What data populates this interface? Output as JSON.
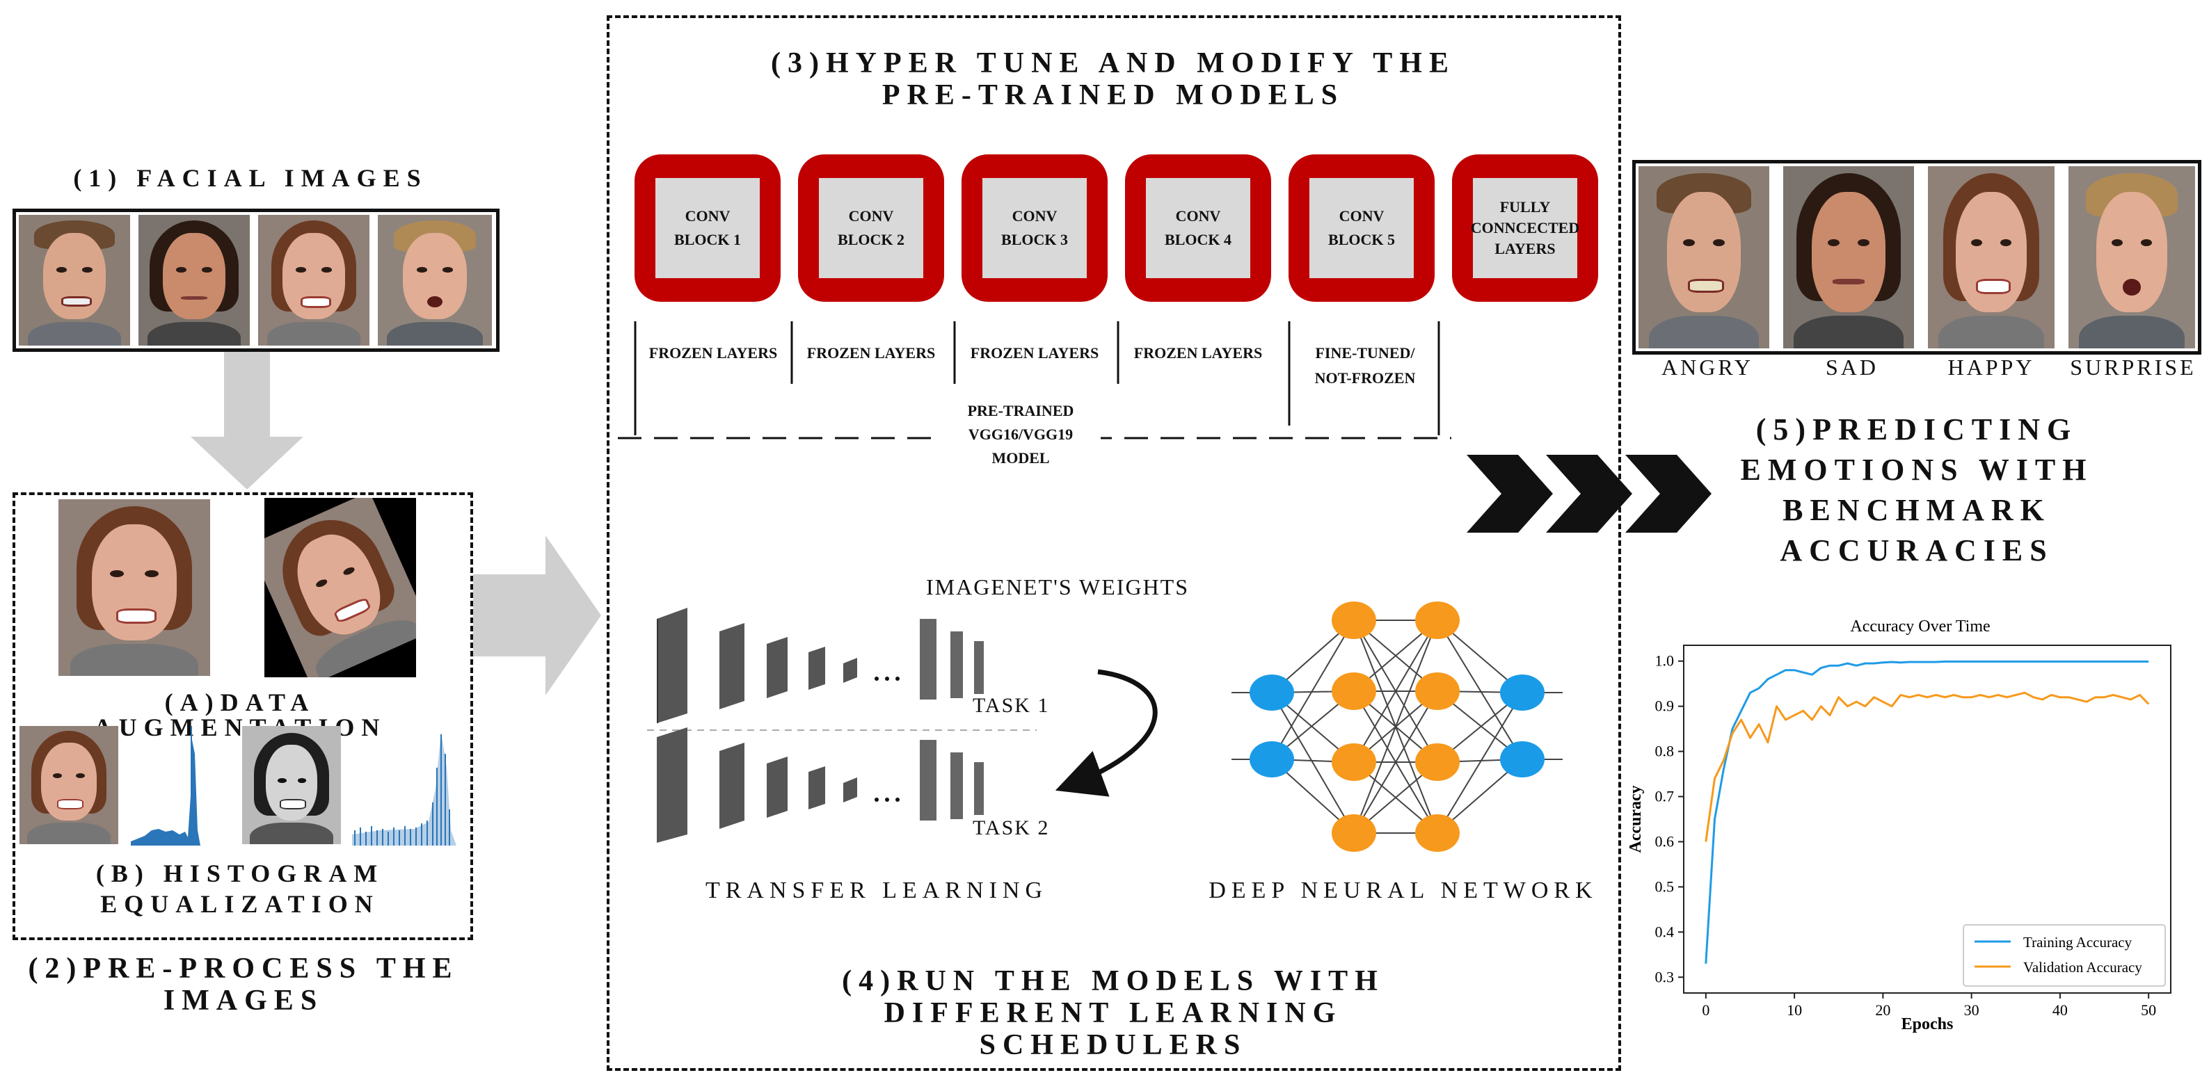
{
  "step1": {
    "title": "(1) FACIAL IMAGES"
  },
  "step2": {
    "title_line1": "(2)PRE-PROCESS THE",
    "title_line2": "IMAGES",
    "augmentation_label": "(A)DATA AUGMENTATION",
    "histogram_label_line1": "(B) HISTOGRAM",
    "histogram_label_line2": "EQUALIZATION"
  },
  "step3": {
    "title_line1": "(3)HYPER TUNE AND MODIFY THE",
    "title_line2": "PRE-TRAINED MODELS",
    "blocks": [
      {
        "label": "CONV\nBLOCK 1",
        "status": "FROZEN LAYERS"
      },
      {
        "label": "CONV\nBLOCK 2",
        "status": "FROZEN LAYERS"
      },
      {
        "label": "CONV\nBLOCK 3",
        "status": "FROZEN LAYERS"
      },
      {
        "label": "CONV\nBLOCK 4",
        "status": "FROZEN LAYERS"
      },
      {
        "label": "CONV\nBLOCK 5",
        "status": "FINE-TUNED/\nNOT-FROZEN"
      },
      {
        "label": "FULLY\nCONNCECTED\nLAYERS",
        "status": ""
      }
    ],
    "model_label": "PRE-TRAINED\nVGG16/VGG19\nMODEL",
    "block_color": "#c00000"
  },
  "step4": {
    "title_line1": "(4)RUN THE MODELS WITH",
    "title_line2": "DIFFERENT LEARNING",
    "title_line3": "SCHEDULERS",
    "weights_label": "IMAGENET'S WEIGHTS",
    "task1": "TASK 1",
    "task2": "TASK 2",
    "transfer_learning": "TRANSFER LEARNING",
    "dnn": "DEEP NEURAL NETWORK",
    "input_node_color": "#1a9be8",
    "hidden_node_color": "#f7991c"
  },
  "step5": {
    "title_line1": "(5)PREDICTING",
    "title_line2": "EMOTIONS WITH",
    "title_line3": "BENCHMARK",
    "title_line4": "ACCURACIES",
    "emotions": [
      "ANGRY",
      "SAD",
      "HAPPY",
      "SURPRISE"
    ]
  },
  "chart_data": {
    "type": "line",
    "title": "Accuracy Over Time",
    "xlabel": "Epochs",
    "ylabel": "Accuracy",
    "xlim": [
      0,
      50
    ],
    "ylim": [
      0.3,
      1.0
    ],
    "xticks": [
      "0",
      "10",
      "20",
      "30",
      "40",
      "50"
    ],
    "yticks": [
      "0.3",
      "0.4",
      "0.5",
      "0.6",
      "0.7",
      "0.8",
      "0.9",
      "1.0"
    ],
    "legend_position": "bottom-right",
    "x": [
      0,
      1,
      2,
      3,
      4,
      5,
      6,
      7,
      8,
      9,
      10,
      11,
      12,
      13,
      14,
      15,
      16,
      17,
      18,
      19,
      20,
      21,
      22,
      23,
      24,
      25,
      26,
      27,
      28,
      29,
      30,
      31,
      32,
      33,
      34,
      35,
      36,
      37,
      38,
      39,
      40,
      41,
      42,
      43,
      44,
      45,
      46,
      47,
      48,
      49,
      50
    ],
    "series": [
      {
        "name": "Training Accuracy",
        "color": "#1f9be6",
        "values": [
          0.33,
          0.65,
          0.76,
          0.85,
          0.89,
          0.93,
          0.94,
          0.96,
          0.97,
          0.98,
          0.98,
          0.975,
          0.97,
          0.985,
          0.99,
          0.99,
          0.995,
          0.99,
          0.995,
          0.995,
          0.997,
          0.998,
          0.997,
          0.998,
          0.998,
          0.998,
          0.998,
          0.999,
          0.999,
          0.999,
          0.999,
          0.999,
          0.999,
          0.999,
          0.999,
          0.999,
          0.999,
          0.999,
          0.999,
          0.999,
          0.999,
          0.999,
          0.999,
          0.999,
          0.999,
          0.999,
          0.999,
          0.999,
          0.999,
          0.999,
          0.999
        ]
      },
      {
        "name": "Validation Accuracy",
        "color": "#f7991c",
        "values": [
          0.6,
          0.74,
          0.78,
          0.84,
          0.87,
          0.83,
          0.86,
          0.82,
          0.9,
          0.87,
          0.88,
          0.89,
          0.87,
          0.9,
          0.88,
          0.92,
          0.9,
          0.91,
          0.9,
          0.92,
          0.91,
          0.9,
          0.925,
          0.92,
          0.925,
          0.92,
          0.925,
          0.92,
          0.925,
          0.92,
          0.92,
          0.925,
          0.92,
          0.925,
          0.92,
          0.925,
          0.93,
          0.92,
          0.915,
          0.925,
          0.92,
          0.92,
          0.915,
          0.91,
          0.92,
          0.92,
          0.925,
          0.92,
          0.915,
          0.925,
          0.905
        ]
      }
    ]
  }
}
